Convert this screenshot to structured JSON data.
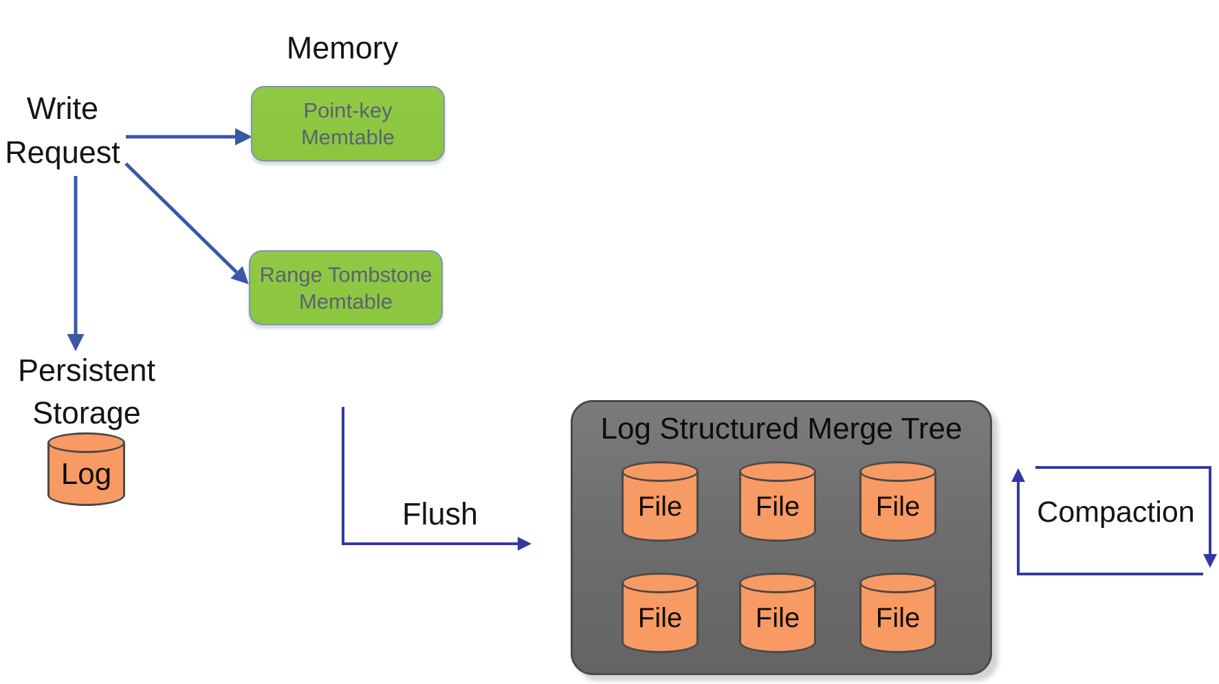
{
  "labels": {
    "memory": "Memory",
    "write_request_line1": "Write",
    "write_request_line2": "Request",
    "persistent_line1": "Persistent",
    "persistent_line2": "Storage",
    "flush": "Flush",
    "compaction": "Compaction"
  },
  "memtables": {
    "point_key": {
      "line1": "Point-key",
      "line2": "Memtable"
    },
    "range_tombstone": {
      "line1": "Range Tombstone",
      "line2": "Memtable"
    }
  },
  "log_cylinder": {
    "label": "Log"
  },
  "lsm": {
    "title": "Log Structured Merge Tree",
    "files": [
      "File",
      "File",
      "File",
      "File",
      "File",
      "File"
    ]
  },
  "colors": {
    "write_arrow_blue": "#3a57a8",
    "flush_compaction_indigo": "#3238a2",
    "memtable_green": "#8cc53e",
    "memtable_text_gray": "#5a6373",
    "cylinder_orange": "#f89a63",
    "cylinder_outline": "#4a4a4a",
    "lsm_gray": "#6e6e6e",
    "text_black": "#141414"
  }
}
